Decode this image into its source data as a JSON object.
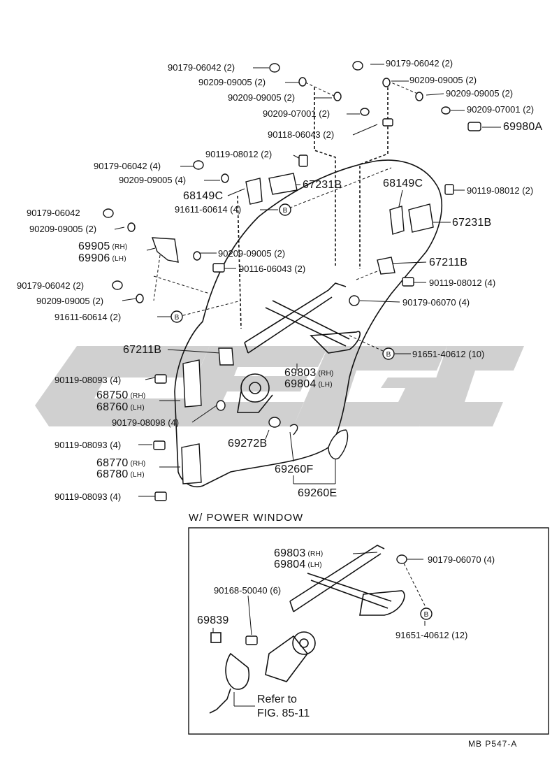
{
  "diagram": {
    "watermark": "cegc",
    "section_title": "W/ POWER WINDOW",
    "drawing_code": "MB  P547-A",
    "reference": {
      "line1": "Refer to",
      "line2": "FIG. 85-11"
    },
    "callouts": {
      "c1": "90179-06042 (2)",
      "c2": "90209-09005 (2)",
      "c3": "90209-09005 (2)",
      "c4": "90209-07001 (2)",
      "c5": "90118-06043 (2)",
      "c6": "90179-06042 (2)",
      "c7": "90209-09005 (2)",
      "c8": "90209-09005 (2)",
      "c9": "90209-07001 (2)",
      "c10": "69980A",
      "c11": "90119-08012 (2)",
      "c12": "90179-06042 (4)",
      "c13": "90209-09005 (4)",
      "c14": "67231B",
      "c15": "68149C",
      "c16": "91611-60614 (4)",
      "c17": "68149C",
      "c18": "90119-08012 (2)",
      "c19": "90179-06042",
      "c20": "90209-09005 (2)",
      "c21": "67231B",
      "c22a": "69905",
      "c22a_side": "(RH)",
      "c22b": "69906",
      "c22b_side": "(LH)",
      "c23": "90209-09005 (2)",
      "c24": "90116-06043 (2)",
      "c25": "67211B",
      "c26": "90179-06042 (2)",
      "c27": "90119-08012 (4)",
      "c28": "90209-09005 (2)",
      "c29": "90179-06070 (4)",
      "c30": "91611-60614 (2)",
      "c31": "67211B",
      "c32": "91651-40612 (10)",
      "c33a": "69803",
      "c33a_side": "(RH)",
      "c33b": "69804",
      "c33b_side": "(LH)",
      "c34": "90119-08093 (4)",
      "c35a": "68750",
      "c35a_side": "(RH)",
      "c35b": "68760",
      "c35b_side": "(LH)",
      "c36": "90179-08098 (4)",
      "c37": "69272B",
      "c38": "90119-08093 (4)",
      "c39a": "68770",
      "c39a_side": "(RH)",
      "c39b": "68780",
      "c39b_side": "(LH)",
      "c40": "69260F",
      "c41": "90119-08093 (4)",
      "c42": "69260E",
      "p1a": "69803",
      "p1a_side": "(RH)",
      "p1b": "69804",
      "p1b_side": "(LH)",
      "p2": "90179-06070 (4)",
      "p3": "90168-50040 (6)",
      "p4": "69839",
      "p5": "91651-40612 (12)",
      "marker": "B"
    }
  }
}
